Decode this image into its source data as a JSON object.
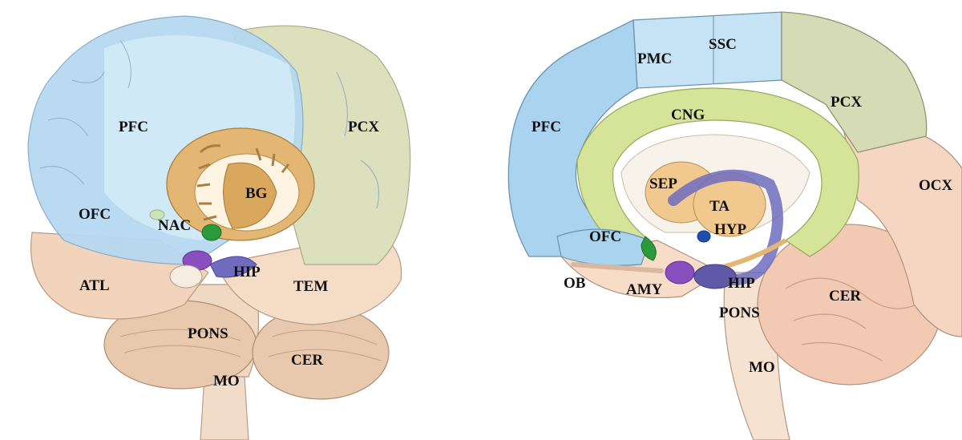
{
  "left_diagram": {
    "labels": {
      "pfc": "PFC",
      "pcx": "PCX",
      "bg": "BG",
      "ofc": "OFC",
      "nac": "NAC",
      "hip": "HIP",
      "atl": "ATL",
      "tem": "TEM",
      "pons": "PONS",
      "cer": "CER",
      "mo": "MO"
    }
  },
  "right_diagram": {
    "labels": {
      "pmc": "PMC",
      "ssc": "SSC",
      "pfc": "PFC",
      "cng": "CNG",
      "pcx": "PCX",
      "ocx": "OCX",
      "sep": "SEP",
      "ta": "TA",
      "hyp": "HYP",
      "ofc": "OFC",
      "ob": "OB",
      "amy": "AMY",
      "hip": "HIP",
      "pons": "PONS",
      "cer": "CER",
      "mo": "MO"
    }
  },
  "colors": {
    "prefrontal_blue": "#a9d3ee",
    "parietal_green": "#d5dcb5",
    "cingulate_lime": "#d6e49a",
    "basal_ganglia_orange": "#d9a85c",
    "thalamus_orange": "#f1c88d",
    "hippocampus_purple": "#6f6cc0",
    "amygdala_violet": "#8a4fbf",
    "accumbens_green": "#2a9a3a",
    "tissue_peach": "#f5d6bf",
    "cerebellum_pink": "#f2c9b2"
  }
}
